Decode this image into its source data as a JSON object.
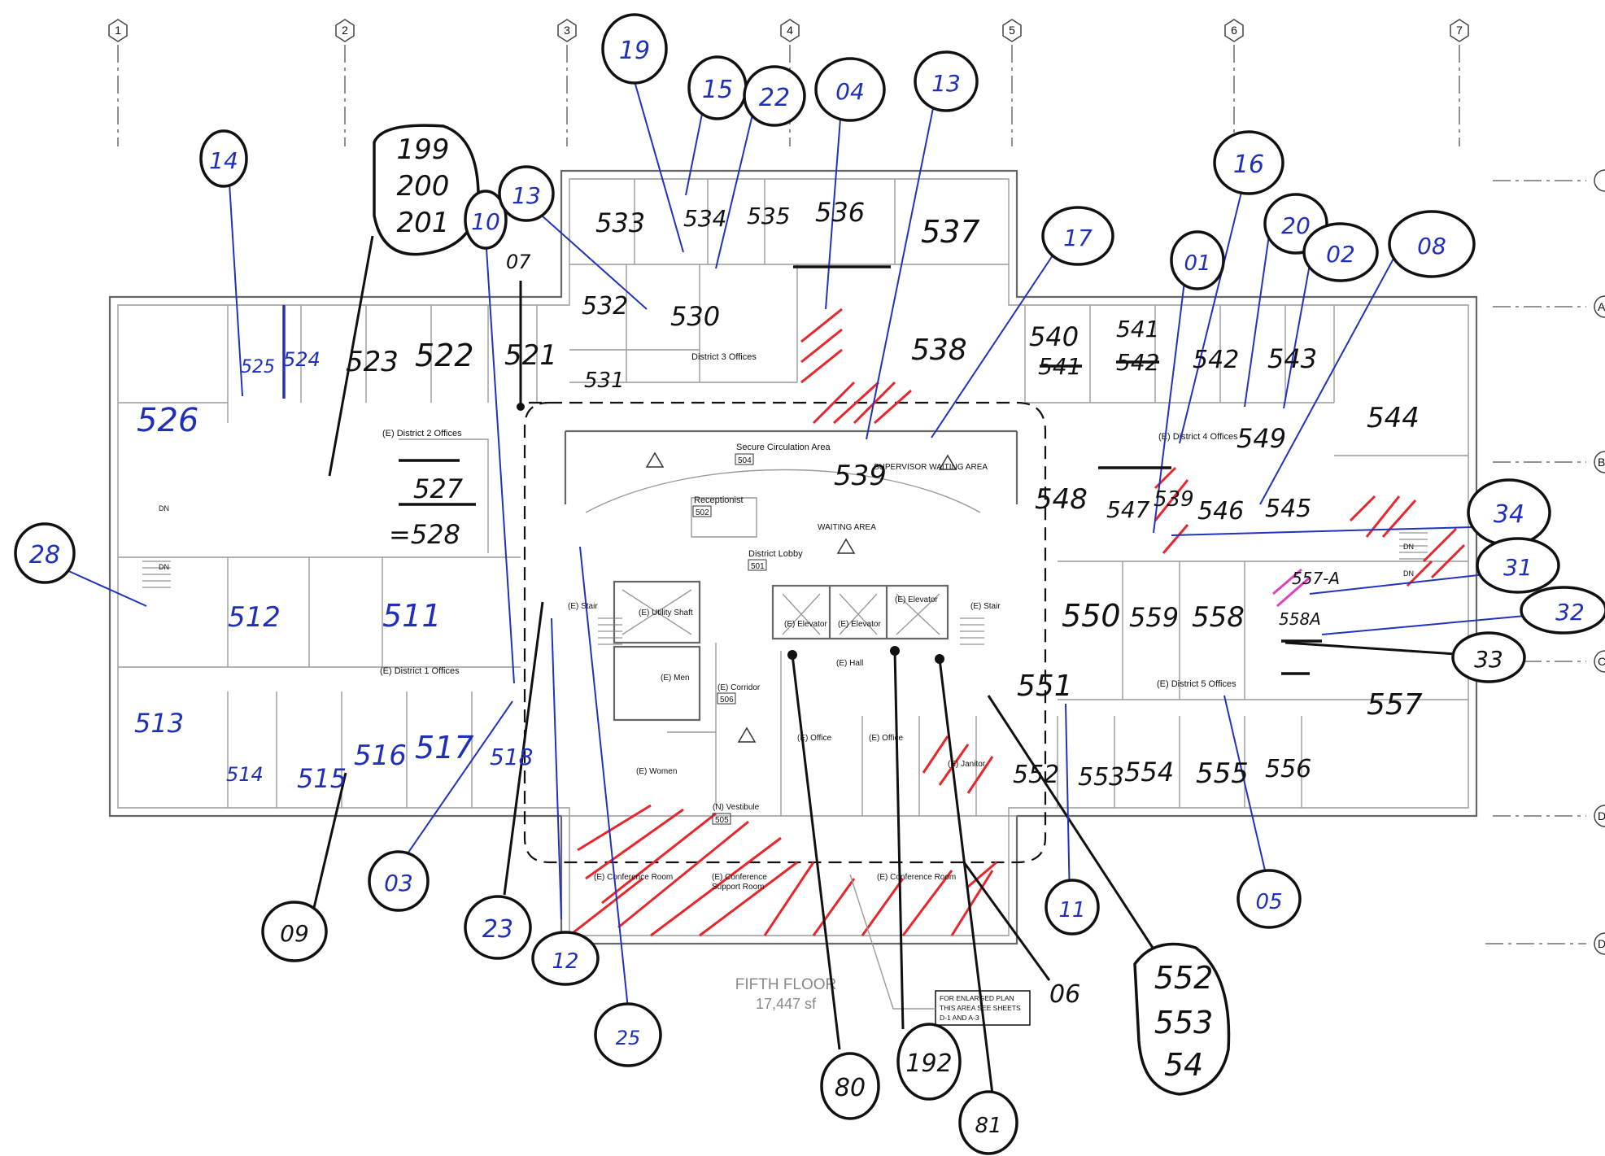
{
  "grid_columns": [
    "1",
    "2",
    "3",
    "4",
    "5",
    "6",
    "7"
  ],
  "grid_rows_partial": [
    "A",
    "B",
    "C",
    "D",
    "D"
  ],
  "floor": {
    "title": "FIFTH FLOOR",
    "area": "17,447 sf"
  },
  "note": {
    "line1": "FOR ENLARGED PLAN",
    "line2": "THIS AREA SEE SHEETS",
    "line3": "D-1 AND A-3"
  },
  "printed_labels": {
    "district3": "District 3 Offices",
    "district2": "(E) District 2 Offices",
    "district1": "(E) District 1 Offices",
    "district4": "(E) District 4 Offices",
    "district5": "(E) District 5 Offices",
    "secure_circ": "Secure Circulation Area",
    "secure_num": "504",
    "supervisor": "SUPERVISOR WAITING AREA",
    "receptionist": "Receptionist",
    "recep_num": "502",
    "waiting": "WAITING AREA",
    "lobby": "District Lobby",
    "lobby_num": "501",
    "stair_w": "(E) Stair",
    "stair_e": "(E) Stair",
    "utility": "(E) Utility Shaft",
    "men": "(E) Men",
    "women": "(E) Women",
    "corridor": "(E) Corridor",
    "corridor_num": "506",
    "elev1": "(E) Elevator",
    "elev2": "(E) Elevator",
    "elev3": "(E) Elevator",
    "hall": "(E) Hall",
    "office1": "(E) Office",
    "office2": "(E) Office",
    "janitor": "(E) Janitor",
    "vestibule": "(N) Vestibule",
    "vest_num": "505",
    "conf1": "(E) Conference Room",
    "conf_support1": "(E) Conference",
    "conf_support2": "Support Room",
    "conf2": "(E) Conference Room",
    "dn1": "DN",
    "dn2": "DN",
    "dn3": "DN",
    "dn4": "DN"
  },
  "room_numbers": {
    "r533": "533",
    "r534": "534",
    "r535": "535",
    "r536": "536",
    "r537": "537",
    "r532": "532",
    "r530": "530",
    "r531": "531",
    "r538": "538",
    "r540": "540",
    "r541": "541",
    "r541b": "541",
    "r542b": "542",
    "r542": "542",
    "r543": "543",
    "r544": "544",
    "r525": "525",
    "r524": "524",
    "r523": "523",
    "r522": "522",
    "r521": "521",
    "r526": "526",
    "r527": "527",
    "r528": "=528",
    "r07": "07",
    "r539": "539",
    "r549": "549",
    "r548": "548",
    "r547": "547",
    "r539b": "539",
    "r546": "546",
    "r545": "545",
    "r512": "512",
    "r511": "511",
    "r513": "513",
    "r514": "514",
    "r515": "515",
    "r516": "516",
    "r517": "517",
    "r518": "518",
    "r550": "550",
    "r559": "559",
    "r558": "558",
    "r557a": "557-A",
    "r558a": "558A",
    "r551": "551",
    "r552": "552",
    "r553": "553",
    "r554": "554",
    "r555": "555",
    "r556": "556",
    "r557": "557"
  },
  "callouts": {
    "c19": "19",
    "c15": "15",
    "c22": "22",
    "c04": "04",
    "c13a": "13",
    "c14": "14",
    "c199": "199",
    "c200": "200",
    "c201": "201",
    "c10": "10",
    "c13b": "13",
    "c17": "17",
    "c16": "16",
    "c01": "01",
    "c20": "20",
    "c02": "02",
    "c08": "08",
    "c28": "28",
    "c34": "34",
    "c31": "31",
    "c32": "32",
    "c33": "33",
    "c09": "09",
    "c03": "03",
    "c23": "23",
    "c12": "12",
    "c25": "25",
    "c80": "80",
    "c192": "192",
    "c81": "81",
    "c06": "06",
    "c11": "11",
    "c05": "05",
    "c552": "552",
    "c553": "553",
    "c54": "54"
  },
  "colors": {
    "blue_ink": "#1f2fb8",
    "black_ink": "#111111",
    "red_hatch": "#e8262b",
    "magenta": "#e040c0"
  }
}
